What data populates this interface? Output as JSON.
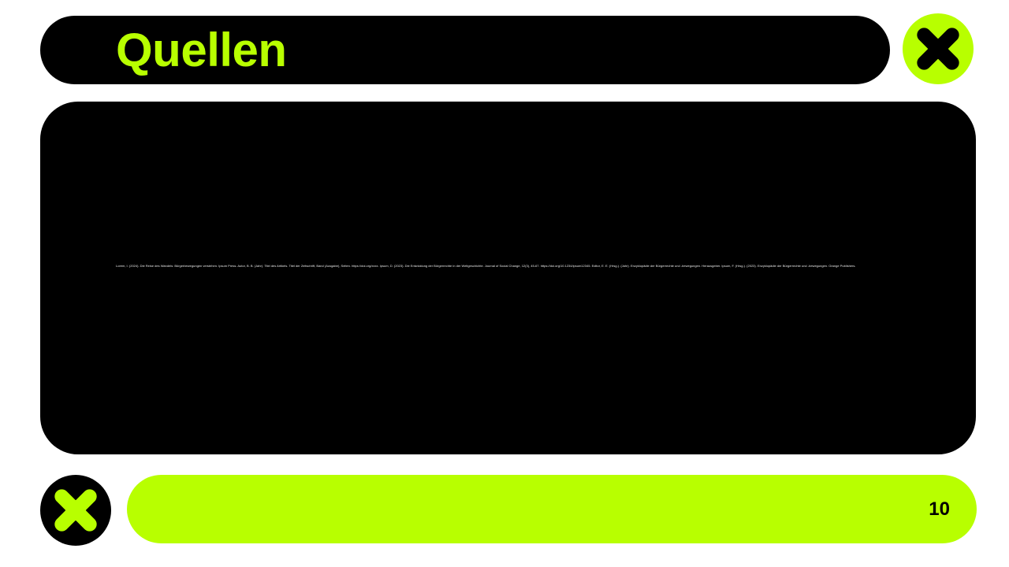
{
  "slide": {
    "title": "Quellen",
    "references": "Lorem, I. (2024). Die Reise des Wandels: Bürgerbewegungen verstehen. Ipsum Press. Autor, B. B. (Jahr). Titel des Artikels. Titel der Zeitschrift, Band (Ausgabe), Seiten. https://doi.org/xxxx. Ipsum, D. (2023). Die Entwicklung der Bürgerrechte in der Weltgeschichte. Journal of Social Change, 12(3), 45-67. https://doi.org/10.1234/ipsum12345. Editor, E. E. (Hrsg.). (Jahr). Enzyklopädie der Bürgerrechte und -bewegungen. Herausgeber. Ipsum, F. (Hrsg.). (2023). Enzyklopädie der Bürgerrechte und -bewegungen. Orange Publishers.",
    "page_number": "10"
  },
  "icons": {
    "top_logo": "x-logo-icon",
    "bottom_logo": "x-logo-icon"
  },
  "colors": {
    "accent": "#b8ff00",
    "dark": "#000000",
    "background": "#ffffff"
  }
}
